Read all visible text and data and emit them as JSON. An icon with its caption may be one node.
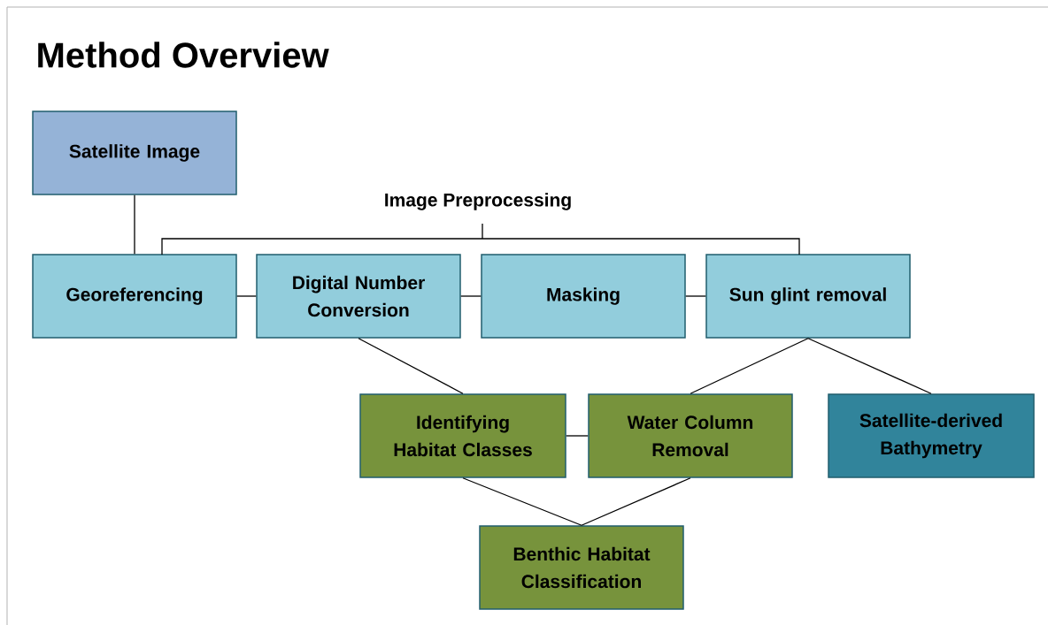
{
  "diagram": {
    "title": "Method Overview",
    "nodes": [
      {
        "text": [
          "Satellite Image"
        ]
      },
      {
        "text": [
          "Georeferencing"
        ]
      },
      {
        "text": [
          "Digital Number Conversion"
        ]
      },
      {
        "text": [
          "Masking"
        ]
      },
      {
        "text": [
          "Sun glint removal"
        ]
      },
      {
        "text": [
          "Identifying Habitat Classes"
        ]
      },
      {
        "text": [
          "Water Column Removal"
        ]
      },
      {
        "text": [
          "Satellite-derived Bathymetry"
        ]
      },
      {
        "text": [
          "Benthic Habitat Classification"
        ]
      }
    ],
    "edges": [
      {
        "from": 0,
        "to": 1,
        "arrow": "none"
      },
      {
        "from": 1,
        "to": 2,
        "arrow": "none"
      },
      {
        "from": 2,
        "to": 3,
        "arrow": "none"
      },
      {
        "from": 3,
        "to": 4,
        "arrow": "none"
      },
      {
        "from": 2,
        "to": 5,
        "arrow": "none"
      },
      {
        "from": 4,
        "to": 6,
        "arrow": "none"
      },
      {
        "from": 4,
        "to": 7,
        "arrow": "none"
      },
      {
        "from": 5,
        "to": 6,
        "arrow": "none"
      },
      {
        "from": 5,
        "to": 8,
        "arrow": "none"
      },
      {
        "from": 6,
        "to": 8,
        "arrow": "none"
      }
    ],
    "labels": [
      "Image Preprocessing"
    ]
  }
}
